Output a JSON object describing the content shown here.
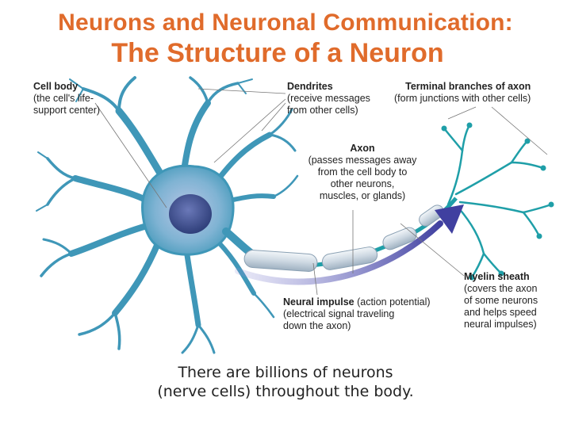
{
  "header": {
    "title": "Neurons and Neuronal Communication:",
    "subtitle": "The Structure of a Neuron"
  },
  "labels": {
    "cell_body": {
      "name": "Cell body",
      "desc": [
        "(the cell's life-",
        "support center)"
      ]
    },
    "dendrites": {
      "name": "Dendrites",
      "desc": [
        "(receive messages",
        "from other cells)"
      ]
    },
    "terminal": {
      "name": "Terminal branches of axon",
      "desc": [
        "(form junctions with other cells)"
      ]
    },
    "axon": {
      "name": "Axon",
      "desc": [
        "(passes messages away",
        "from the cell body to",
        "other neurons,",
        "muscles, or glands)"
      ]
    },
    "myelin": {
      "name": "Myelin sheath",
      "desc": [
        "(covers the axon",
        "of some neurons",
        "and helps speed",
        "neural impulses)"
      ]
    },
    "impulse": {
      "name": "Neural impulse",
      "name_suffix": " (action potential)",
      "desc": [
        "(electrical signal traveling",
        "down the axon)"
      ]
    }
  },
  "footer": {
    "line1": "There are billions of neurons",
    "line2": "(nerve cells) throughout the body."
  },
  "colors": {
    "title": "#e06b2b",
    "neuron": "#3f97b8",
    "neuron_light": "#8cc6dc",
    "nucleus": "#4f5f9a",
    "myelin": "#d8e1ea",
    "axon_teal": "#1f9fa8",
    "impulse_arrow": "#4a4aa8"
  }
}
